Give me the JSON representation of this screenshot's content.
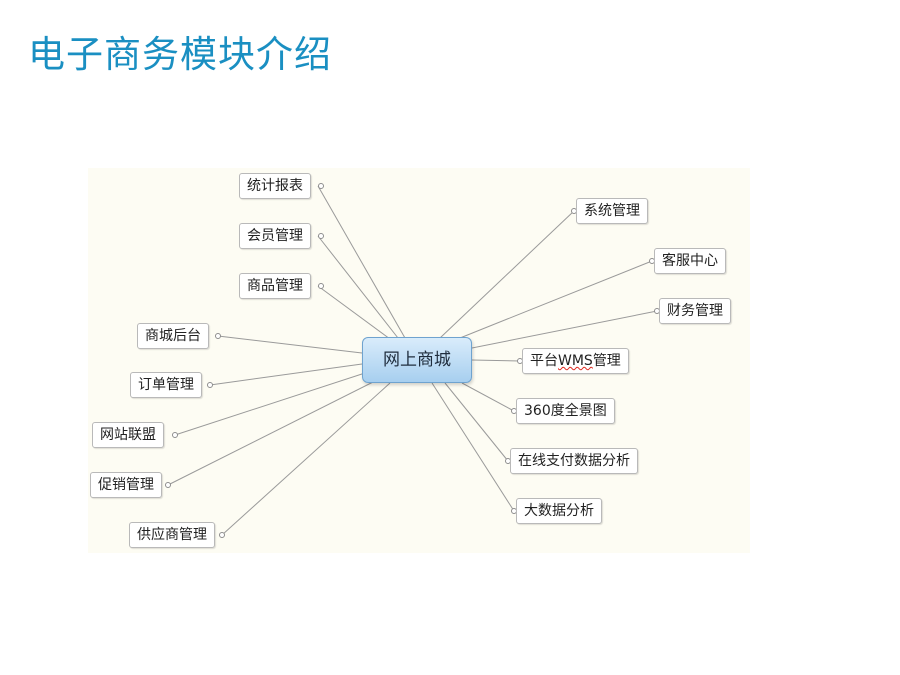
{
  "slide": {
    "title": "电子商务模块介绍"
  },
  "mindmap": {
    "center": "网上商城",
    "left_nodes": [
      {
        "id": "stats",
        "label": "统计报表"
      },
      {
        "id": "members",
        "label": "会员管理"
      },
      {
        "id": "products",
        "label": "商品管理"
      },
      {
        "id": "backend",
        "label": "商城后台"
      },
      {
        "id": "orders",
        "label": "订单管理"
      },
      {
        "id": "alliance",
        "label": "网站联盟"
      },
      {
        "id": "promotion",
        "label": "促销管理"
      },
      {
        "id": "suppliers",
        "label": "供应商管理"
      }
    ],
    "right_nodes": [
      {
        "id": "system",
        "label": "系统管理"
      },
      {
        "id": "service",
        "label": "客服中心"
      },
      {
        "id": "finance",
        "label": "财务管理"
      },
      {
        "id": "wms",
        "label_prefix": "平台",
        "label_highlight": "WMS",
        "label_suffix": "管理"
      },
      {
        "id": "panorama",
        "label": "360度全景图"
      },
      {
        "id": "payment",
        "label": "在线支付数据分析"
      },
      {
        "id": "bigdata",
        "label": "大数据分析"
      }
    ]
  },
  "colors": {
    "title": "#1a8fc2",
    "connector": "#9a9a9a",
    "canvas_background": "#fdfcf3",
    "center_fill_top": "#d9ecfb",
    "center_fill_bottom": "#a7cfef",
    "spellcheck_underline": "#e0281e"
  }
}
